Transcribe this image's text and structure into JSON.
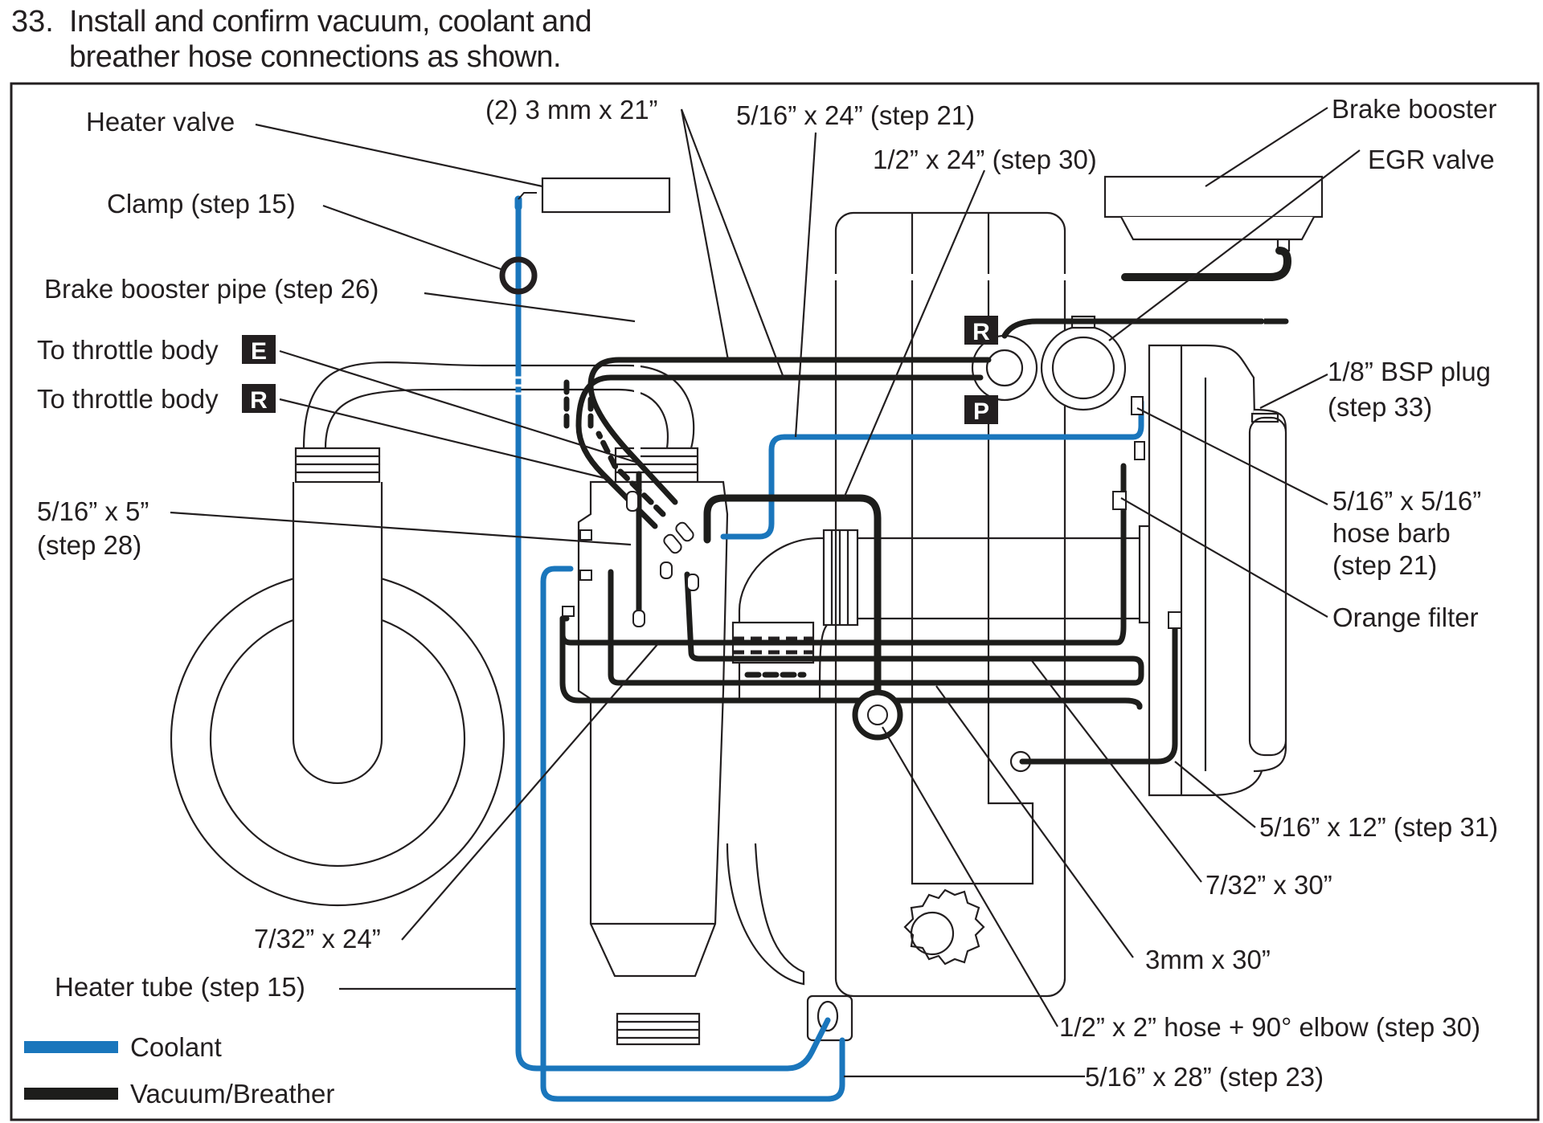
{
  "header": {
    "step_number": "33.",
    "line1": "Install and confirm vacuum, coolant and",
    "line2": "breather hose connections as shown."
  },
  "labels": {
    "heater_valve": "Heater valve",
    "clamp": "Clamp (step 15)",
    "brake_booster_pipe": "Brake booster pipe (step 26)",
    "to_throttle_body": "To throttle body",
    "badge_e": "E",
    "badge_r": "R",
    "badge_p": "P",
    "hose_516x5_a": "5/16” x 5”",
    "hose_516x5_b": "(step 28)",
    "hose_3mm_x21": "(2) 3 mm x 21”",
    "hose_516x24": "5/16” x 24” (step 21)",
    "hose_12x24": "1/2” x 24” (step 30)",
    "brake_booster": "Brake booster",
    "egr_valve": "EGR valve",
    "bsp_plug_a": "1/8” BSP plug",
    "bsp_plug_b": "(step 33)",
    "hose_barb_a": "5/16” x 5/16”",
    "hose_barb_b": "hose barb",
    "hose_barb_c": "(step 21)",
    "orange_filter": "Orange filter",
    "hose_516x12": "5/16” x 12” (step 31)",
    "hose_732x30": "7/32” x 30”",
    "hose_3mm_x30": "3mm x 30”",
    "hose_12x2": "1/2” x 2” hose + 90° elbow (step 30)",
    "hose_516x28": "5/16” x 28” (step 23)",
    "hose_732x24": "7/32” x 24”",
    "heater_tube": "Heater tube (step 15)"
  },
  "legend": {
    "coolant": "Coolant",
    "vacuum": "Vacuum/Breather"
  },
  "colors": {
    "coolant": "#1a76bc",
    "vacuum": "#1d1d1b",
    "outline": "#231f20"
  }
}
